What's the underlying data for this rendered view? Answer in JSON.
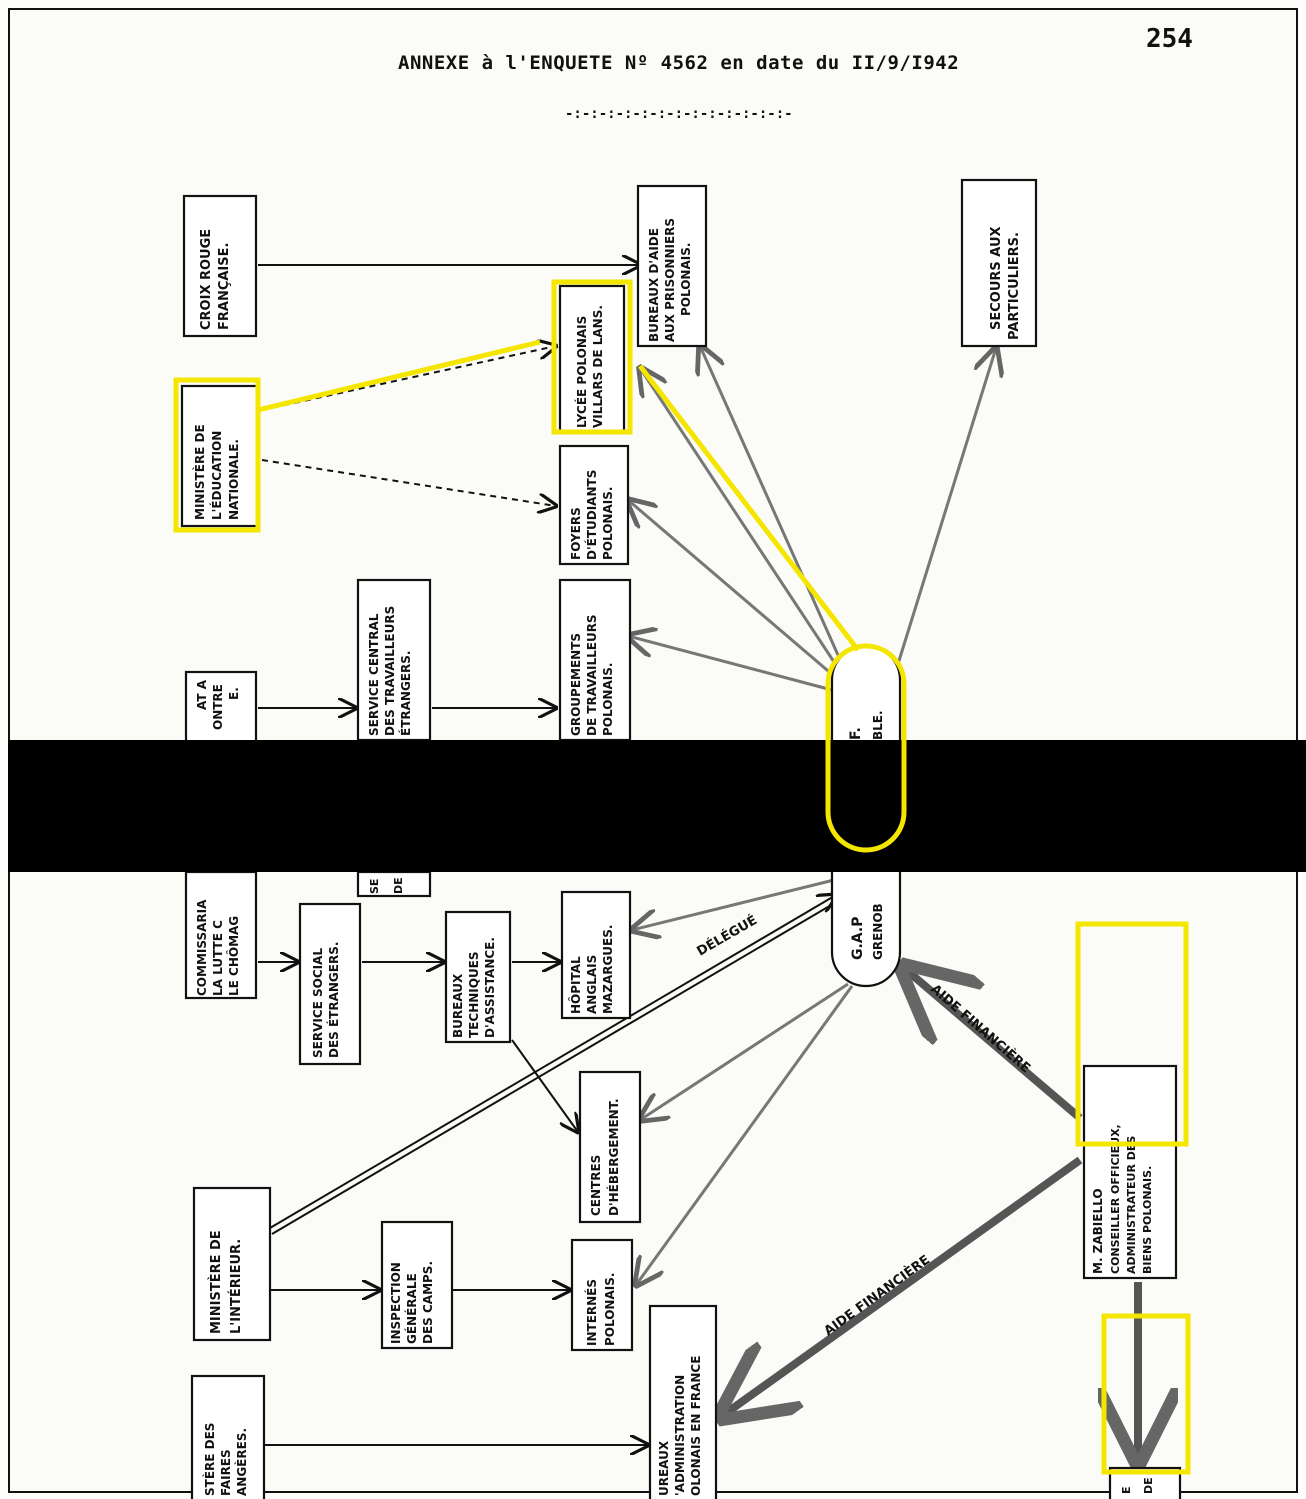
{
  "document": {
    "page_number": "254",
    "header": "ANNEXE à l'ENQUETE Nº 4562 en date du II/9/I942",
    "separator": "-:-:-:-:-:-:-:-:-:-:-:-:-:-"
  },
  "nodes": {
    "croix_rouge": [
      "CROIX ROUGE",
      "FRANÇAISE."
    ],
    "bureaux_prisonniers": [
      "BUREAUX D'AIDE",
      "AUX PRISONNIERS",
      "POLONAIS."
    ],
    "secours": [
      "SECOURS AUX",
      "PARTICULIERS."
    ],
    "lycee": [
      "LYCÉE POLONAIS",
      "VILLARS DE LANS."
    ],
    "ministere_education": [
      "MINISTÈRE DE",
      "L'ÉDUCATION",
      "NATIONALE."
    ],
    "foyers": [
      "FOYERS",
      "D'ÉTUDIANTS",
      "POLONAIS."
    ],
    "service_central": [
      "SERVICE CENTRAL",
      "DES TRAVAILLEURS",
      "ÉTRANGERS."
    ],
    "groupements": [
      "GROUPEMENTS",
      "DE TRAVAILLEURS",
      "POLONAIS."
    ],
    "commissariat_top": [
      "AT A",
      "ONTRE",
      "E."
    ],
    "commissariat_bottom": [
      "COMMISSARIA",
      "LA LUTTE C",
      "LE CHÔMAG"
    ],
    "service_central_bottom": [
      "SE",
      "DE"
    ],
    "gapf_top": [
      "F.",
      "BLE."
    ],
    "gapf_bottom": [
      "G.A.P",
      "GRENOB"
    ],
    "service_social": [
      "SERVICE SOCIAL",
      "DES ÉTRANGERS."
    ],
    "bureaux_techniques": [
      "BUREAUX",
      "TECHNIQUES",
      "D'ASSISTANCE."
    ],
    "hopital": [
      "HÔPITAL",
      "ANGLAIS",
      "MAZARGUES."
    ],
    "centres": [
      "CENTRES",
      "D'HÉBERGEMENT."
    ],
    "ministere_interieur": [
      "MINISTÈRE DE",
      "L'INTÉRIEUR."
    ],
    "inspection": [
      "INSPECTION",
      "GÉNÉRALE",
      "DES CAMPS."
    ],
    "internes": [
      "INTERNÉS",
      "POLONAIS."
    ],
    "zabiello": [
      "M. ZABIELLO",
      "CONSEILLER OFFICIEUX,",
      "ADMINISTRATEUR DES",
      "BIENS POLONAIS."
    ],
    "affaires_etrangeres": [
      "STÈRE DES",
      "FAIRES",
      "ANGÈRES."
    ],
    "bureaux_admin": [
      "UREAUX",
      "'ADMINISTRATION",
      "OLONAIS EN FRANCE"
    ],
    "bottom_right": [
      "E",
      "DE"
    ]
  },
  "edge_labels": {
    "delegue": "DÉLÉGUÉ",
    "aide_financiere_1": "AIDE FINANCIÈRE",
    "aide_financiere_2": "AIDE FINANCIÈRE"
  },
  "colors": {
    "highlight": "#f5e600",
    "redaction": "#000000",
    "ink": "#111111",
    "pencil": "#777777"
  }
}
